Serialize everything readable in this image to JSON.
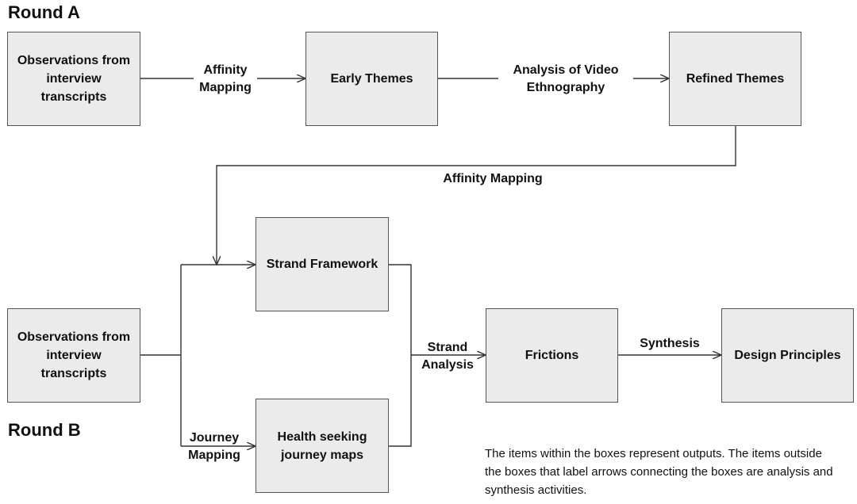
{
  "round_a": {
    "title": "Round A",
    "box_observations": "Observations from interview transcripts",
    "box_early_themes": "Early Themes",
    "box_refined_themes": "Refined Themes",
    "label_affinity_mapping_1": "Affinity Mapping",
    "label_video_ethnography": "Analysis of Video Ethnography",
    "label_affinity_mapping_2": "Affinity Mapping"
  },
  "round_b": {
    "title": "Round B",
    "box_observations": "Observations from interview transcripts",
    "box_strand_framework": "Strand Framework",
    "box_journey_maps": "Health seeking journey maps",
    "box_frictions": "Frictions",
    "box_design_principles": "Design Principles",
    "label_journey_mapping": "Journey Mapping",
    "label_strand_analysis": "Strand Analysis",
    "label_synthesis": "Synthesis"
  },
  "note": "The items within the boxes represent outputs. The items outside the boxes that label arrows connecting the boxes are analysis and synthesis activities.",
  "colors": {
    "box_fill": "#ebebeb",
    "box_border": "#555555",
    "line": "#333333"
  }
}
